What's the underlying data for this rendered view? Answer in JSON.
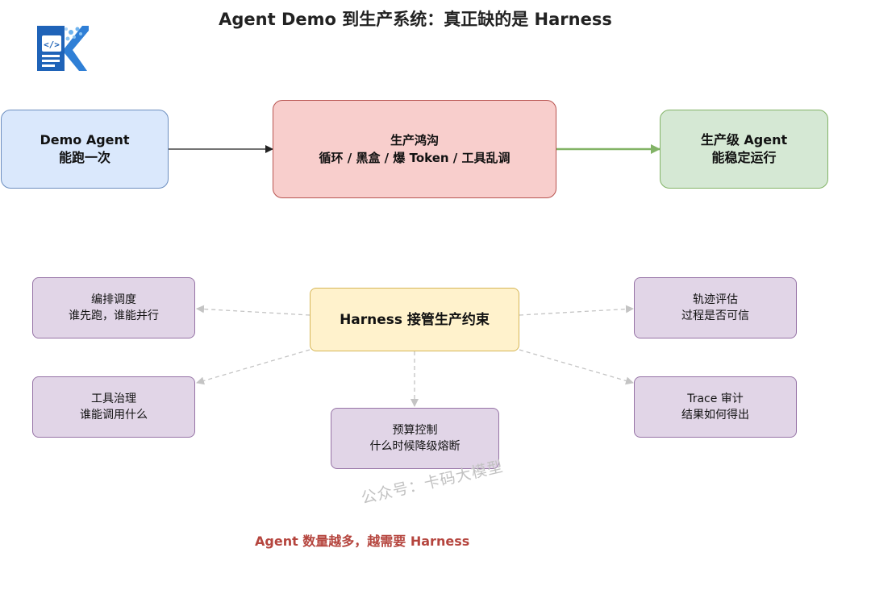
{
  "title": "Agent Demo 到生产系统：真正缺的是 Harness",
  "nodes": {
    "demo": {
      "line1": "Demo Agent",
      "line2": "能跑一次"
    },
    "pitfall": {
      "line1": "生产鸿沟",
      "line2": "循环 / 黑盒 / 爆 Token / 工具乱调"
    },
    "production": {
      "line1": "生产级 Agent",
      "line2": "能稳定运行"
    },
    "harness": {
      "line1": "Harness 接管生产约束"
    },
    "orchestration": {
      "line1": "编排调度",
      "line2": "谁先跑，谁能并行"
    },
    "tool_governance": {
      "line1": "工具治理",
      "line2": "谁能调用什么"
    },
    "budget": {
      "line1": "预算控制",
      "line2": "什么时候降级熔断"
    },
    "trajectory": {
      "line1": "轨迹评估",
      "line2": "过程是否可信"
    },
    "trace": {
      "line1": "Trace 审计",
      "line2": "结果如何得出"
    }
  },
  "watermark": "公众号：卡码大模型",
  "footer": "Agent 数量越多，越需要 Harness",
  "colors": {
    "blue_fill": "#dae8fc",
    "red_fill": "#f8cecc",
    "green_fill": "#d5e8d4",
    "yellow_fill": "#fff2cc",
    "purple_fill": "#e1d5e7",
    "green_arrow": "#82b366",
    "footer_text": "#b5453e"
  },
  "icons": {
    "logo": "code-document-k-logo"
  }
}
